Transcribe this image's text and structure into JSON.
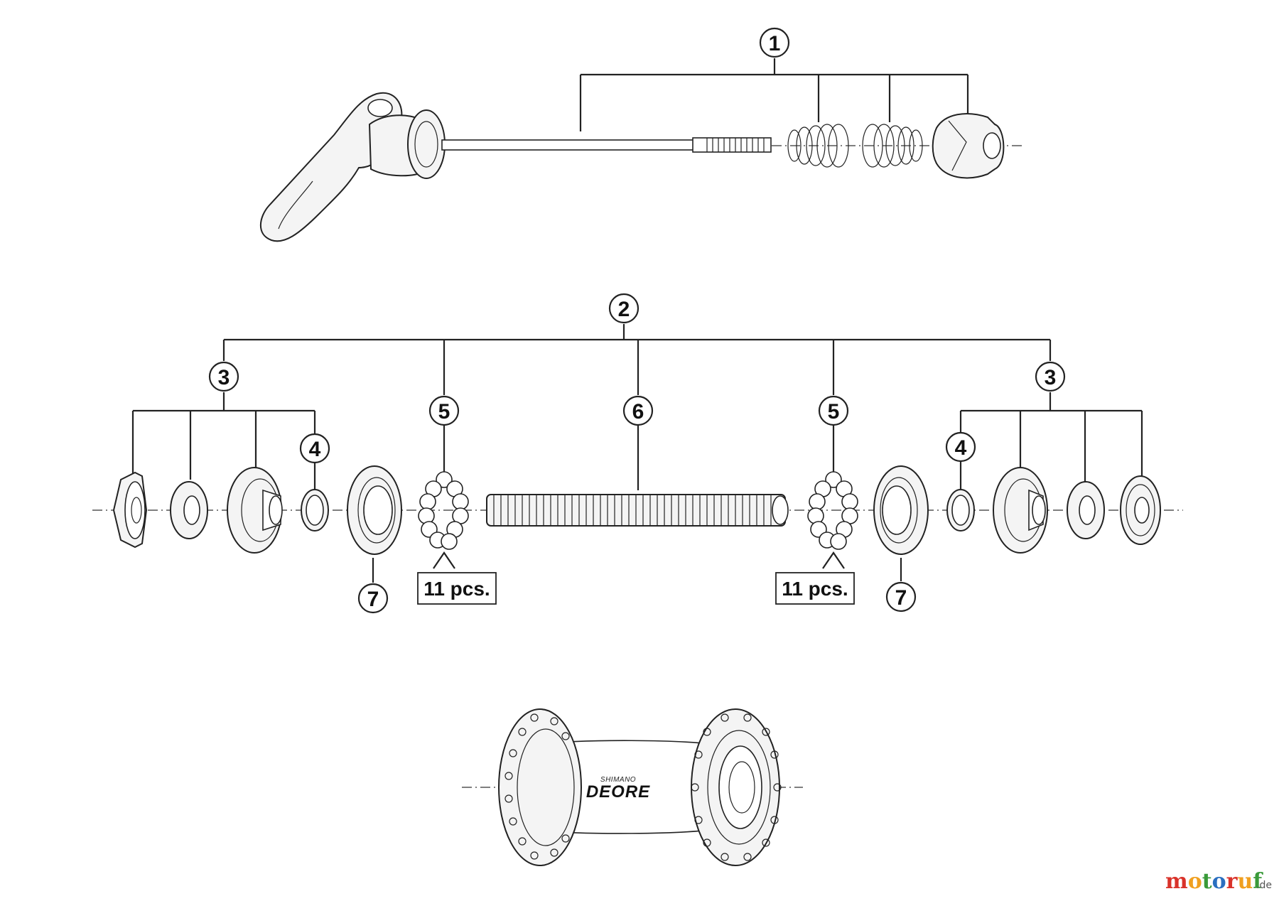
{
  "callouts": {
    "c1": "1",
    "c2": "2",
    "c3_left": "3",
    "c3_right": "3",
    "c4_left": "4",
    "c4_right": "4",
    "c5_left": "5",
    "c5_right": "5",
    "c6": "6",
    "c7_left": "7",
    "c7_right": "7"
  },
  "ball_count": {
    "left": "11 pcs.",
    "right": "11 pcs."
  },
  "hub_branding": {
    "maker": "SHIMANO",
    "model": "DEORE"
  },
  "watermark": {
    "colors": [
      "#d9322a",
      "#f0a020",
      "#3a9a3a",
      "#2a6fc0"
    ],
    "suffix": ".de"
  }
}
